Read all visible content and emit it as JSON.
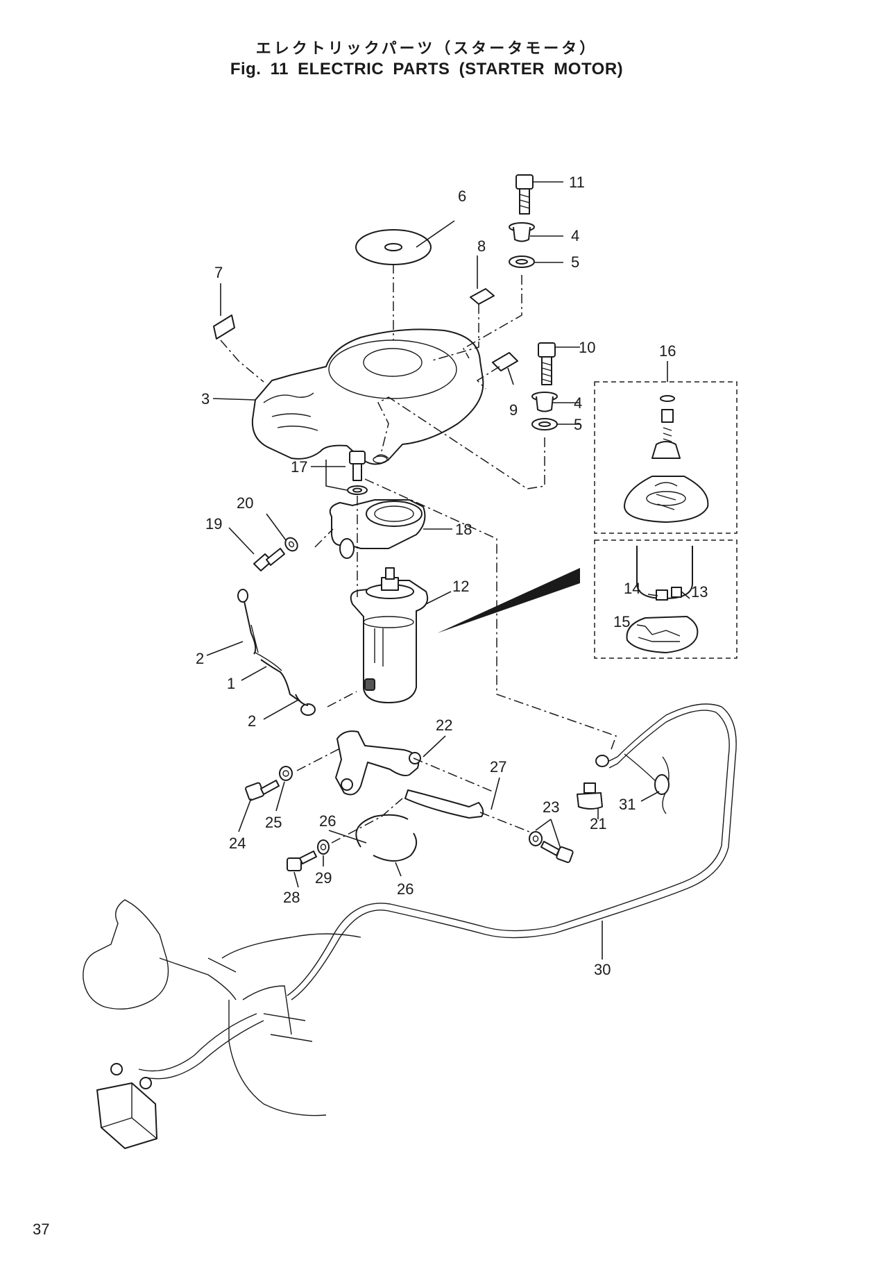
{
  "header": {
    "title_jp": "エレクトリックパーツ（スタータモータ）",
    "title_en": "Fig. 11   ELECTRIC PARTS (STARTER MOTOR)"
  },
  "footer": {
    "page_number": "37"
  },
  "callouts": {
    "c1": "1",
    "c2a": "2",
    "c2b": "2",
    "c3": "3",
    "c4a": "4",
    "c4b": "4",
    "c5a": "5",
    "c5b": "5",
    "c6": "6",
    "c7": "7",
    "c8": "8",
    "c9": "9",
    "c10": "10",
    "c11": "11",
    "c12": "12",
    "c13": "13",
    "c14": "14",
    "c15": "15",
    "c16": "16",
    "c17": "17",
    "c18": "18",
    "c19": "19",
    "c20": "20",
    "c21": "21",
    "c22": "22",
    "c23": "23",
    "c24": "24",
    "c25": "25",
    "c26a": "26",
    "c26b": "26",
    "c27": "27",
    "c28": "28",
    "c29": "29",
    "c30": "30",
    "c31": "31"
  }
}
